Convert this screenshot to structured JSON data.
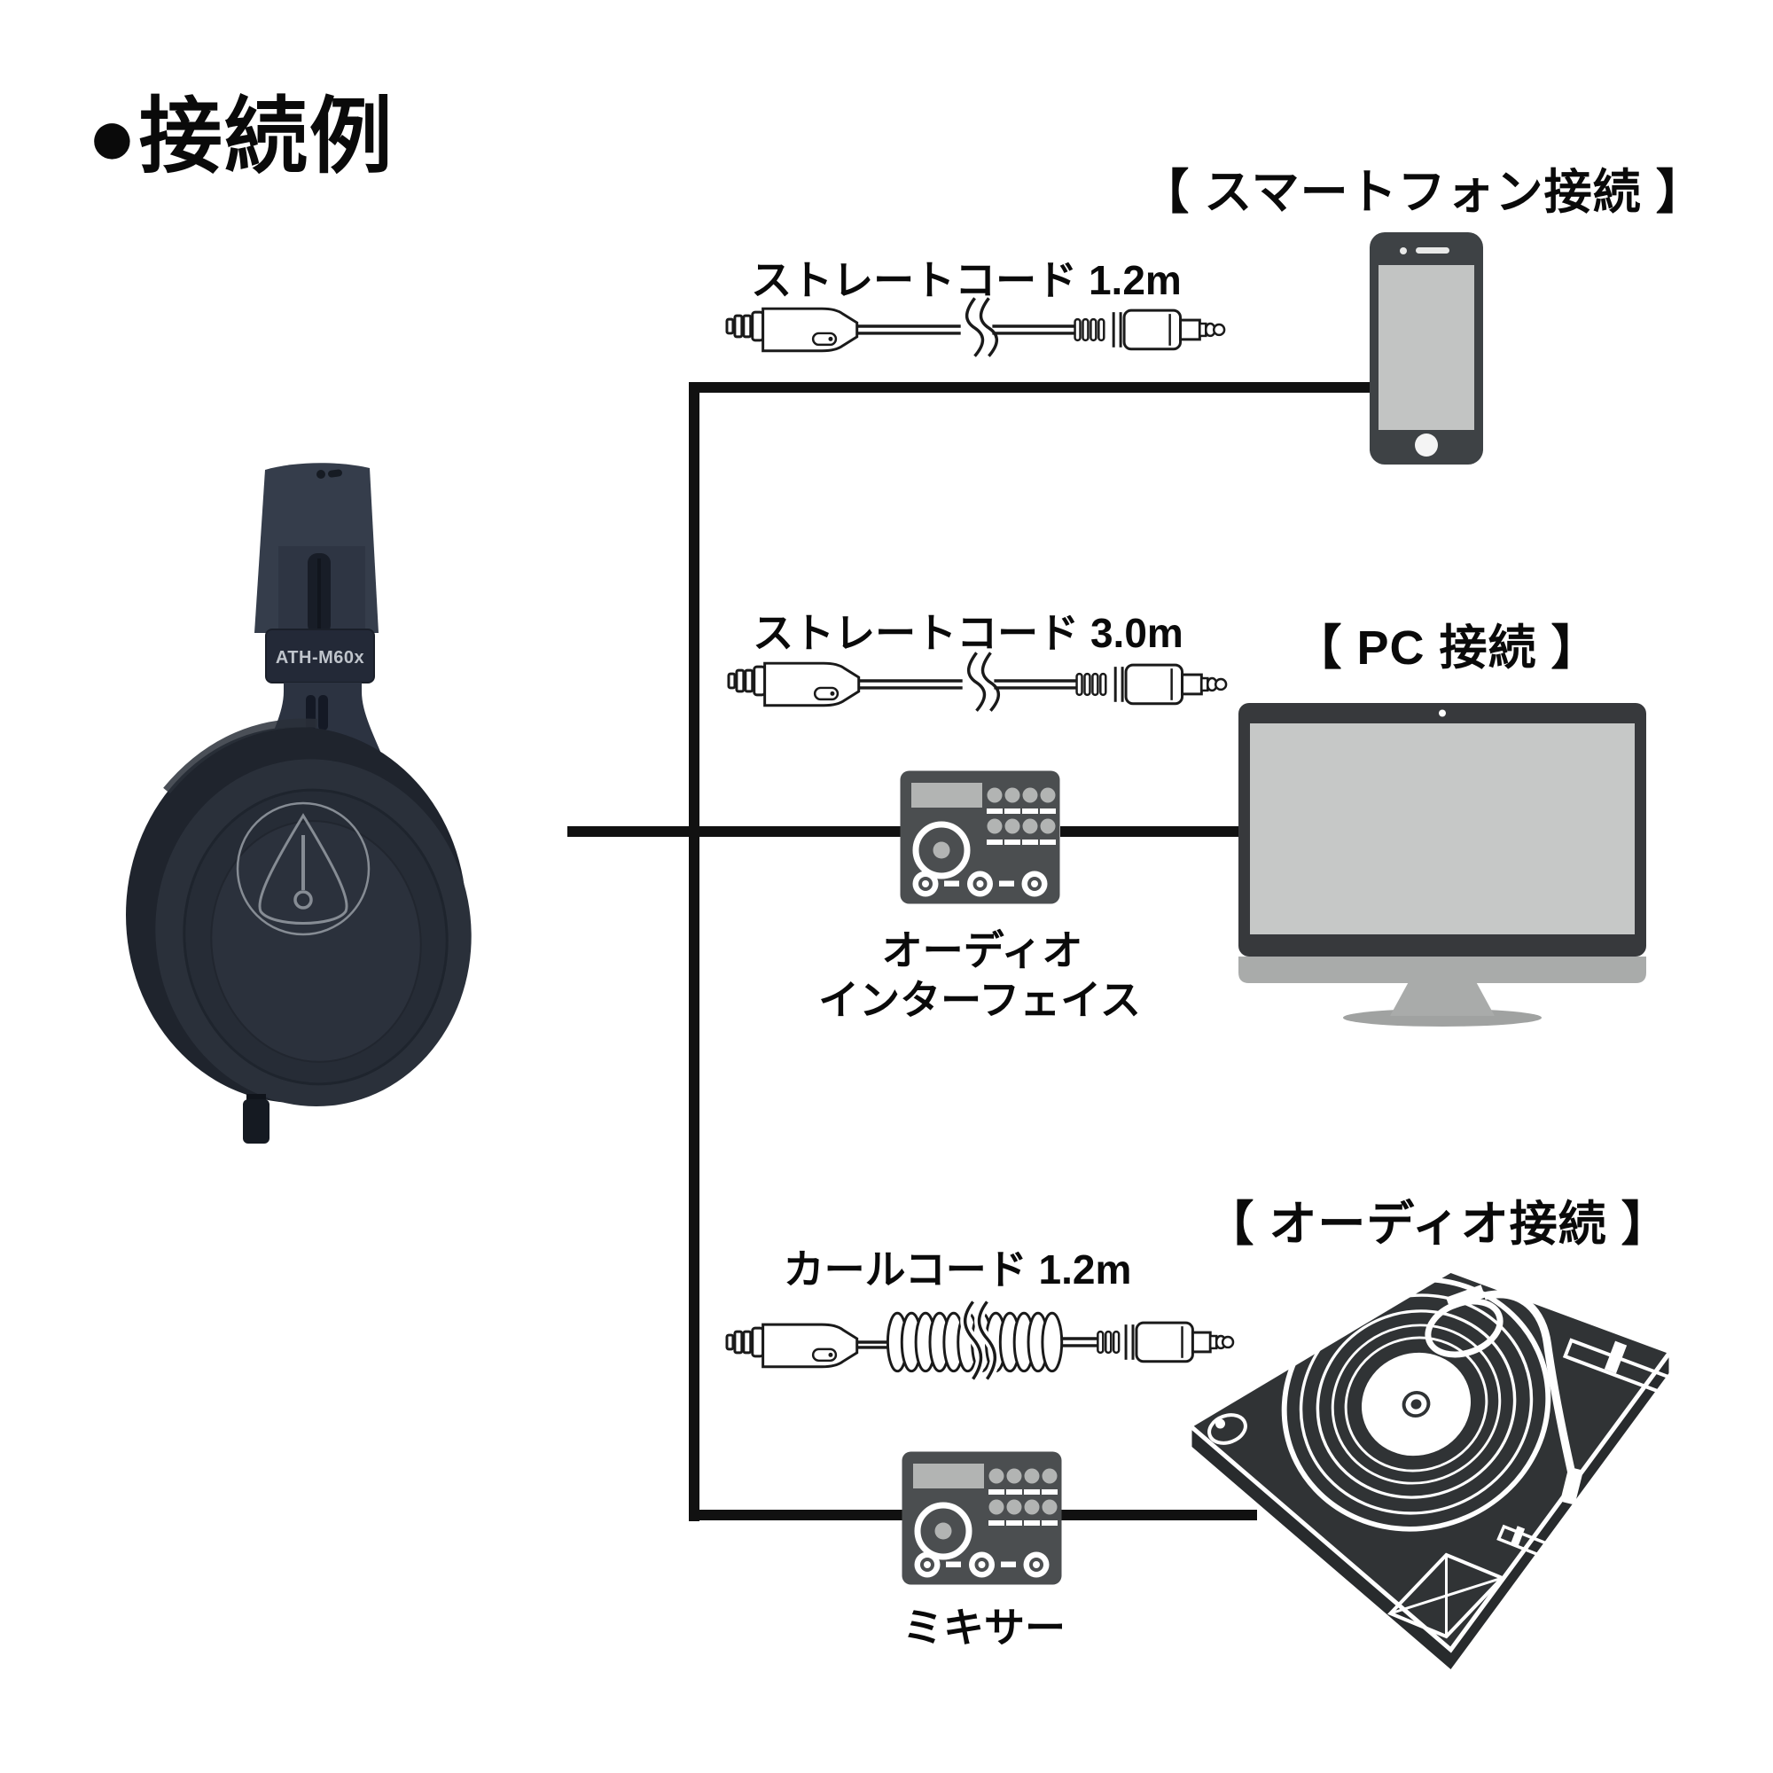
{
  "title": "●接続例",
  "headphones": {
    "model": "ATH-M60x"
  },
  "connections": [
    {
      "id": "smartphone",
      "header": "【 スマートフォン接続 】",
      "cable_label": "ストレートコード 1.2m",
      "cable_type": "straight",
      "device": "smartphone"
    },
    {
      "id": "pc",
      "header": "【 PC 接続 】",
      "cable_label": "ストレートコード 3.0m",
      "cable_type": "straight",
      "intermediate": {
        "label_line1": "オーディオ",
        "label_line2": "インターフェイス"
      },
      "device": "desktop-pc"
    },
    {
      "id": "audio",
      "header": "【 オーディオ接続 】",
      "cable_label": "カールコード 1.2m",
      "cable_type": "coiled",
      "intermediate": {
        "label": "ミキサー"
      },
      "device": "turntable"
    }
  ],
  "icons": {
    "headphones": "headphones-image",
    "smartphone": "smartphone-icon",
    "audio_interface": "audio-interface-icon",
    "mixer": "mixer-icon",
    "pc": "imac-icon",
    "turntable": "turntable-icon",
    "straight_cable": "straight-cable-illustration",
    "coiled_cable": "coiled-cable-illustration"
  },
  "colors": {
    "line": "#111111",
    "phone_body": "#3e4245",
    "device_panel": "#4b4e50",
    "panel_light": "#b2b4b3",
    "screen_gray": "#c6c8c7",
    "imac_bezel": "#37393c",
    "imac_chin": "#a9abaa",
    "turntable_dark": "#303335",
    "headphone_dark": "#2b313c"
  }
}
